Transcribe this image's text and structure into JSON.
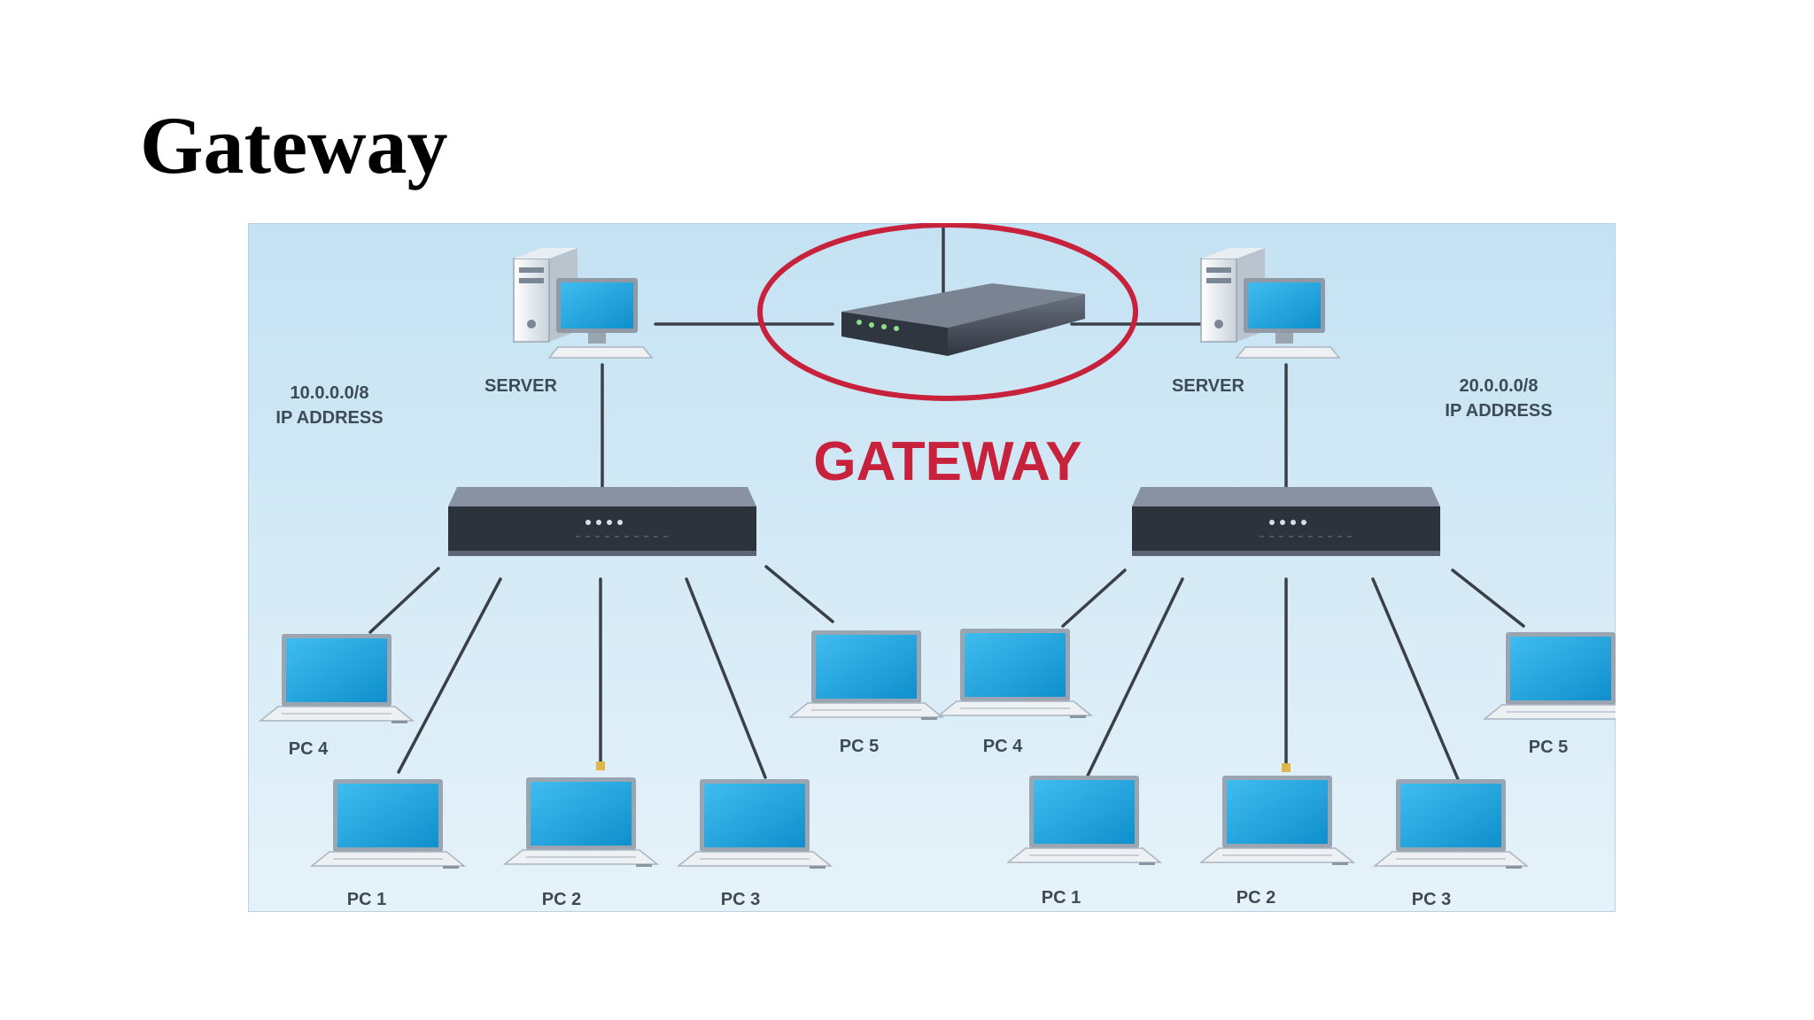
{
  "slide": {
    "title": "Gateway"
  },
  "diagram": {
    "gateway_label": "GATEWAY",
    "left_network": {
      "address": "10.0.0.0/8",
      "address_caption": "IP ADDRESS",
      "server_label": "SERVER",
      "pcs": [
        "PC 4",
        "PC 1",
        "PC 2",
        "PC 3",
        "PC 5"
      ]
    },
    "right_network": {
      "address": "20.0.0.0/8",
      "address_caption": "IP ADDRESS",
      "server_label": "SERVER",
      "pcs": [
        "PC 4",
        "PC 1",
        "PC 2",
        "PC 3",
        "PC 5"
      ]
    },
    "colors": {
      "highlight": "#c8213c",
      "screen": "#1aa3dc",
      "background": "#d4ebf7",
      "device": "#4b5563"
    }
  }
}
